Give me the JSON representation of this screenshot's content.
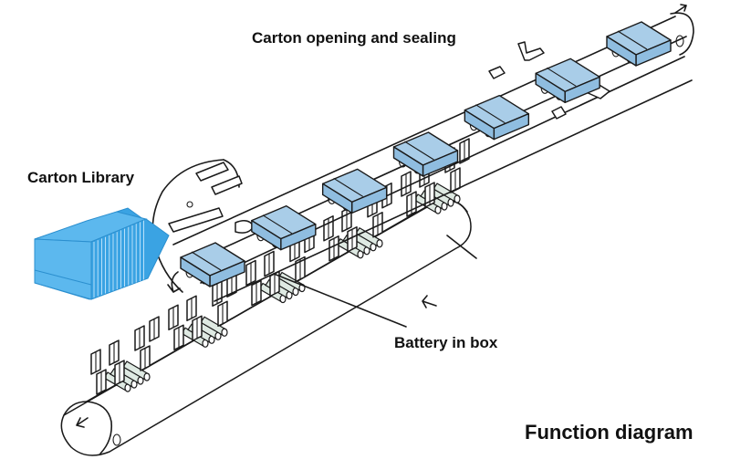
{
  "diagram": {
    "title": "Function diagram",
    "labels": {
      "carton_opening_sealing": "Carton opening and sealing",
      "carton_library": "Carton Library",
      "battery_in_box": "Battery in box"
    },
    "colors": {
      "carton_fill": "#a9cde8",
      "carton_side": "#8fbde0",
      "library_fill": "#5cb8ee",
      "library_dark": "#3aa3e3",
      "battery_fill": "#dfeae3",
      "line": "#1a1a1a",
      "background": "#ffffff"
    },
    "components": {
      "upper_conveyor": "carton conveyor with 7 cartons moving up-right",
      "lower_conveyor": "battery conveyor with 5 battery groups",
      "rotary_feeder": "carton pick-and-open rotary wheel",
      "pusher_rod": "battery pusher rod",
      "flow_arrows": [
        "upper-exit-arrow",
        "lower-entry-arrow",
        "push-arrow",
        "rotary-arrow"
      ]
    },
    "counts": {
      "cartons": 7,
      "battery_groups": 5
    }
  }
}
